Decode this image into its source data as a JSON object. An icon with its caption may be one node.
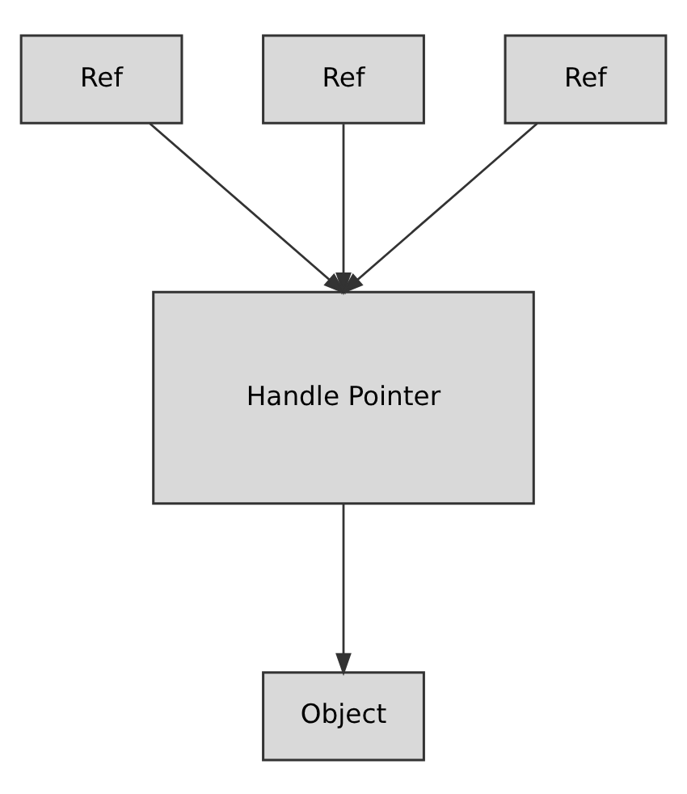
{
  "diagram": {
    "nodes": [
      {
        "text": [
          "Ref"
        ]
      },
      {
        "text": [
          "Ref"
        ]
      },
      {
        "text": [
          "Ref"
        ]
      },
      {
        "text": [
          "Handle Pointer"
        ]
      },
      {
        "text": [
          "Object"
        ]
      }
    ],
    "edges": [
      {
        "from": 0,
        "to": 3,
        "arrow": "to"
      },
      {
        "from": 1,
        "to": 3,
        "arrow": "to"
      },
      {
        "from": 2,
        "to": 3,
        "arrow": "to"
      },
      {
        "from": 3,
        "to": 4,
        "arrow": "to"
      }
    ]
  }
}
